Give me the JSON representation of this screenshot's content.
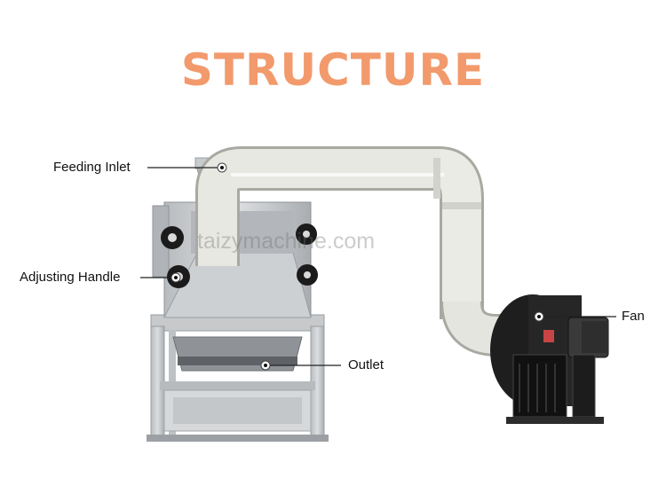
{
  "title": "STRUCTURE",
  "watermark": "taizymachine.com",
  "callouts": {
    "feeding_inlet": "Feeding Inlet",
    "adjusting_handle": "Adjusting Handle",
    "outlet": "Outlet",
    "fan": "Fan"
  },
  "colors": {
    "title": "#f29a6c",
    "steel": "#c8cacc",
    "pipe": "#e4e4df",
    "fan_body": "#1e1e1e"
  }
}
